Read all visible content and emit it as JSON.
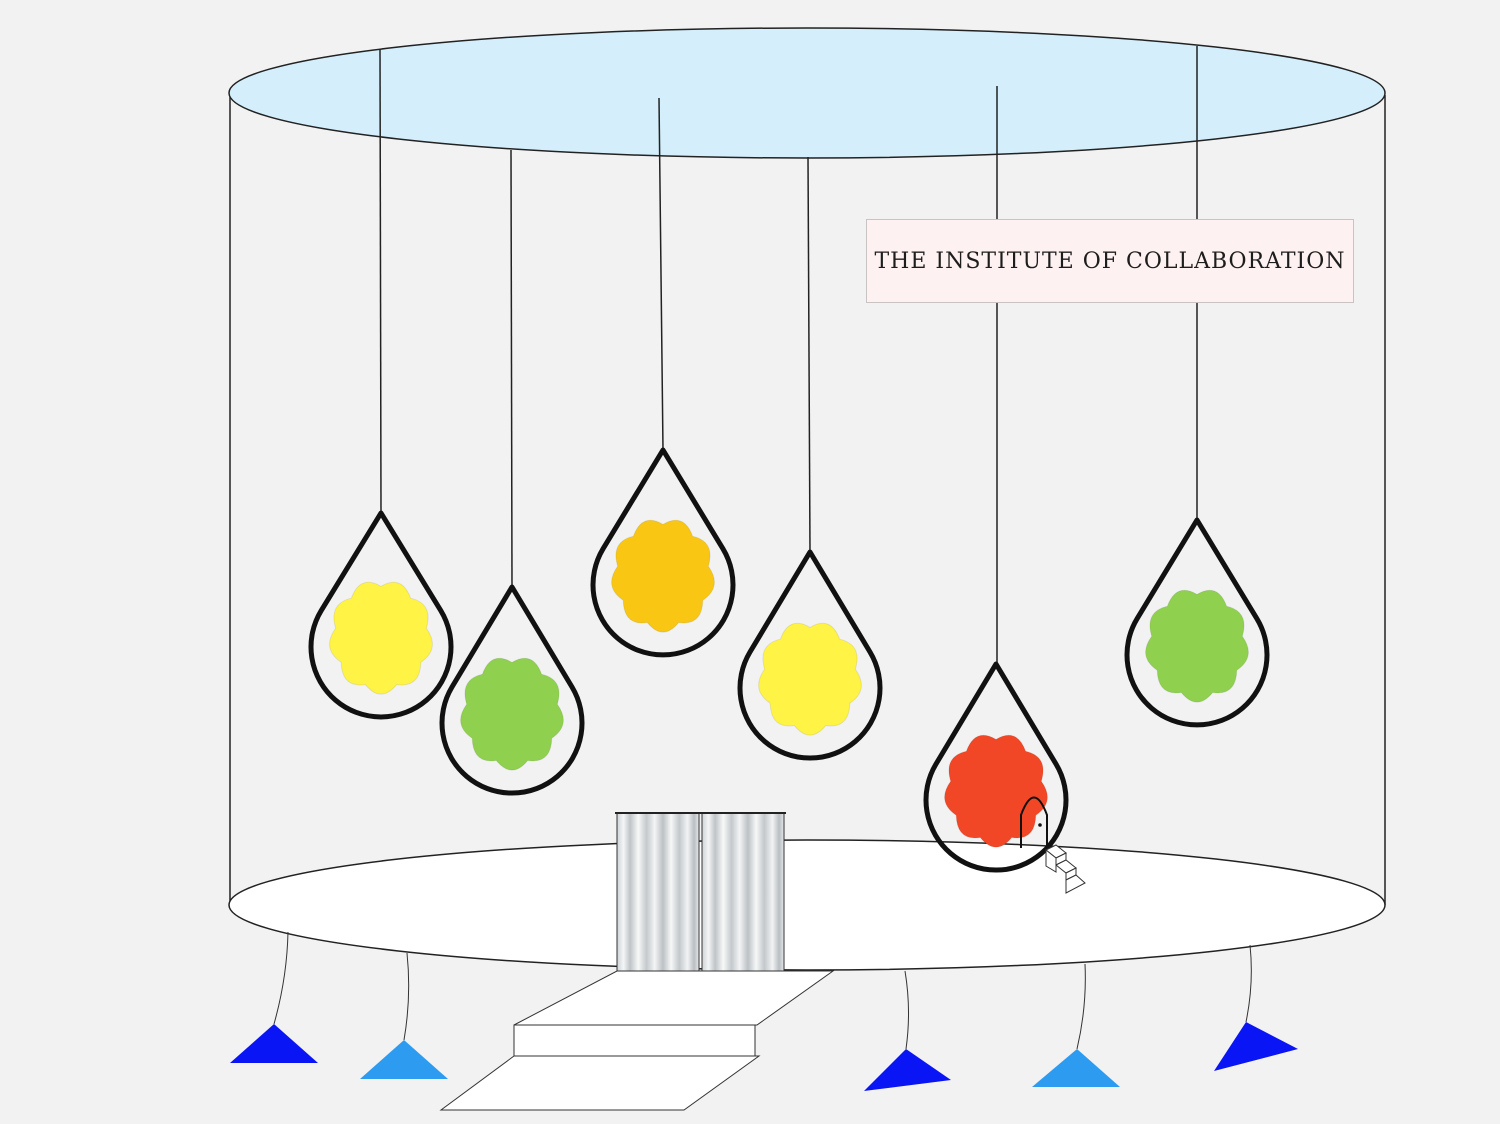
{
  "sign": {
    "title": "THE INSTITUTE OF COLLABORATION"
  },
  "colors": {
    "background": "#f2f2f2",
    "ceiling": "#d4effb",
    "floor": "#ffffff",
    "pod_yellow": "#fff345",
    "pod_green": "#8fd14f",
    "pod_amber": "#f9c713",
    "pod_red": "#f24726",
    "light_dark_blue": "#0a15f5",
    "light_sky_blue": "#2d9bf0",
    "sign_background": "#fdf2f1"
  },
  "pods": [
    {
      "name": "pod-yellow-1",
      "color": "yellow"
    },
    {
      "name": "pod-green-1",
      "color": "green"
    },
    {
      "name": "pod-amber",
      "color": "amber"
    },
    {
      "name": "pod-yellow-2",
      "color": "yellow"
    },
    {
      "name": "pod-red",
      "color": "red"
    },
    {
      "name": "pod-green-2",
      "color": "green"
    }
  ],
  "lights": [
    {
      "name": "light-1",
      "color": "dark blue"
    },
    {
      "name": "light-2",
      "color": "sky blue"
    },
    {
      "name": "light-3",
      "color": "dark blue"
    },
    {
      "name": "light-4",
      "color": "sky blue"
    },
    {
      "name": "light-5",
      "color": "dark blue"
    }
  ],
  "icons": [
    "curtain-icon",
    "stairs-icon",
    "doorway-icon",
    "spotlight-icon",
    "cloud-icon"
  ]
}
